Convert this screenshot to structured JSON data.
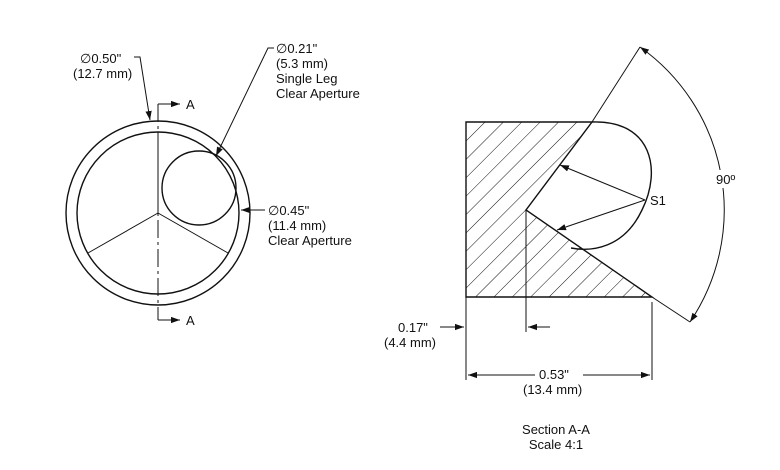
{
  "front_view": {
    "outer_diameter": {
      "inch": "∅0.50\"",
      "mm": "(12.7 mm)"
    },
    "single_leg": {
      "inch": "∅0.21\"",
      "mm": "(5.3 mm)",
      "line1": "Single Leg",
      "line2": "Clear Aperture"
    },
    "clear_aperture": {
      "inch": "∅0.45\"",
      "mm": "(11.4 mm)",
      "line1": "Clear Aperture"
    },
    "section_marker": "A"
  },
  "section_view": {
    "angle": "90º",
    "surface": "S1",
    "offset": {
      "inch": "0.17\"",
      "mm": "(4.4 mm)"
    },
    "width": {
      "inch": "0.53\"",
      "mm": "(13.4 mm)"
    },
    "caption": {
      "line1": "Section A-A",
      "line2": "Scale 4:1"
    }
  }
}
